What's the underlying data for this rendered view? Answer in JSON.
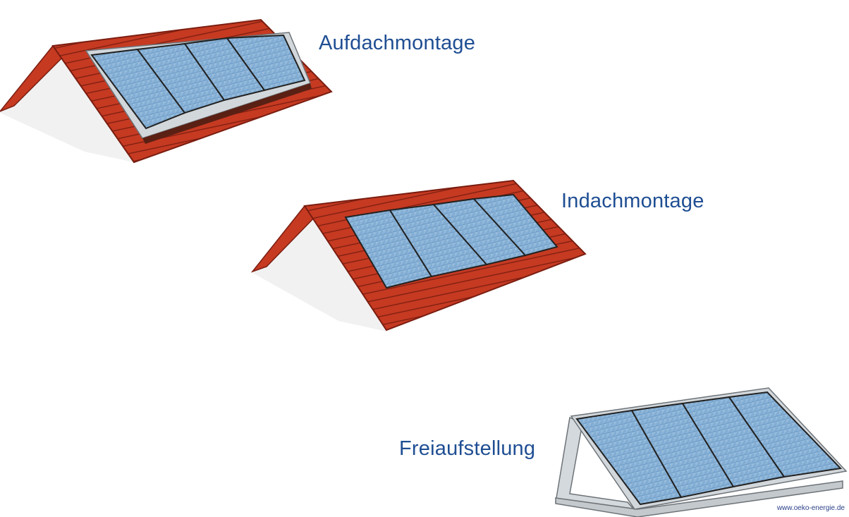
{
  "labels": {
    "aufdach": "Aufdachmontage",
    "indach": "Indachmontage",
    "frei": "Freiaufstellung"
  },
  "credit": "www.oeko-energie.de",
  "colors": {
    "roof_tile": "#c63a22",
    "roof_dark": "#8e2414",
    "panel_blue": "#8fb8da",
    "frame_gray": "#c7ccd0",
    "label_blue": "#1f4e93"
  }
}
